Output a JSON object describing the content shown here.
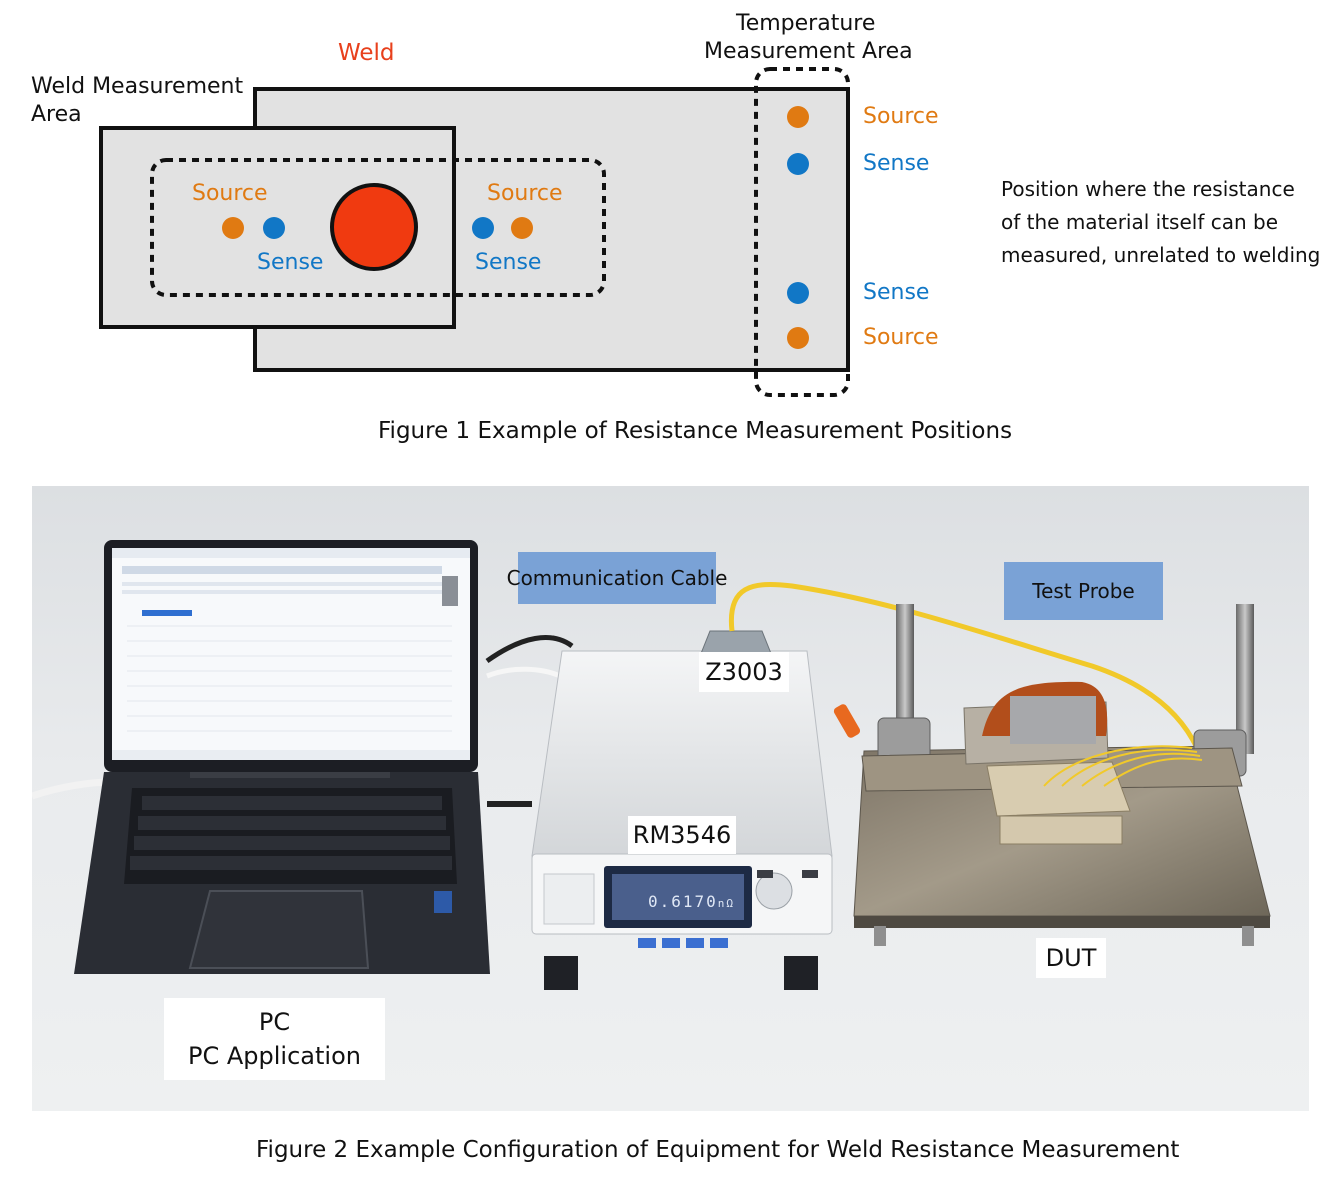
{
  "figure1": {
    "caption": "Figure 1 Example of Resistance Measurement Positions",
    "weld_label": "Weld",
    "weld_area_label_line1": "Weld Measurement",
    "weld_area_label_line2": "Area",
    "temp_area_label_line1": "Temperature",
    "temp_area_label_line2": "Measurement Area",
    "source_label": "Source",
    "sense_label": "Sense",
    "note_line1": "Position where the resistance",
    "note_line2": "of the material itself can be",
    "note_line3": "measured, unrelated to welding",
    "colors": {
      "source": "#e07a12",
      "sense": "#1177c6",
      "weld": "#e8401c"
    }
  },
  "figure2": {
    "caption": "Figure 2 Example Configuration of Equipment for Weld Resistance Measurement",
    "communication_cable": "Communication Cable",
    "test_probe": "Test Probe",
    "z3003": "Z3003",
    "rm3546": "RM3546",
    "dut": "DUT",
    "pc": "PC",
    "pc_application": "PC Application",
    "meter_reading": "0.6170",
    "meter_unit": "nΩ",
    "colors": {
      "tag": "#7aa2d6"
    }
  }
}
